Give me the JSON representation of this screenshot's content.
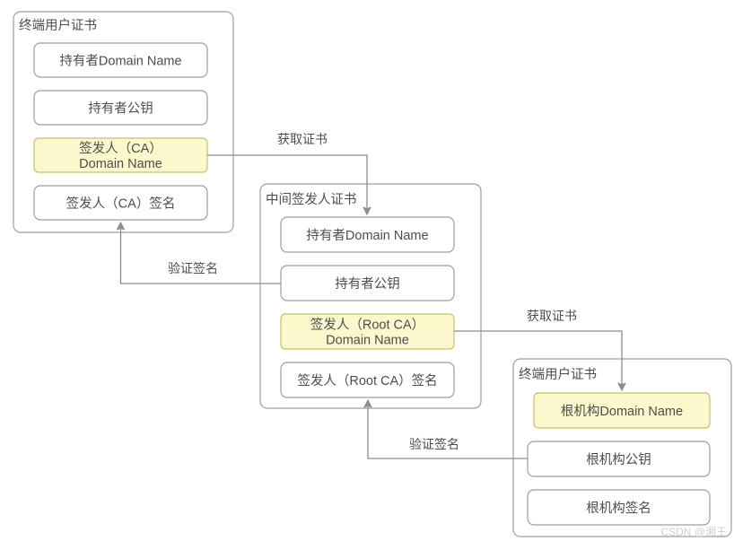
{
  "diagram": {
    "title_semantic": "certificate-chain-of-trust",
    "colors": {
      "highlight_fill": "#fbf8cd",
      "highlight_stroke": "#c8c06a",
      "box_stroke": "#9e9e9e",
      "edge_stroke": "#8c8c8c",
      "text": "#4d4d4d",
      "background": "#ffffff",
      "watermark": "#cfcfcf"
    },
    "containers": [
      {
        "id": "end-entity-certificate",
        "title": "终端用户证书",
        "fields": [
          {
            "id": "subject-domain-name",
            "label": "持有者Domain Name",
            "highlight": false,
            "lines": [
              "持有者Domain Name"
            ]
          },
          {
            "id": "subject-public-key",
            "label": "持有者公钥",
            "highlight": false,
            "lines": [
              "持有者公钥"
            ]
          },
          {
            "id": "issuer-ca-domain-name",
            "label": "签发人（CA）Domain Name",
            "highlight": true,
            "lines": [
              "签发人（CA）",
              "Domain Name"
            ]
          },
          {
            "id": "issuer-ca-signature",
            "label": "签发人（CA）签名",
            "highlight": false,
            "lines": [
              "签发人（CA）签名"
            ]
          }
        ]
      },
      {
        "id": "intermediate-issuer-certificate",
        "title": "中间签发人证书",
        "fields": [
          {
            "id": "subject-domain-name",
            "label": "持有者Domain Name",
            "highlight": false,
            "lines": [
              "持有者Domain Name"
            ]
          },
          {
            "id": "subject-public-key",
            "label": "持有者公钥",
            "highlight": false,
            "lines": [
              "持有者公钥"
            ]
          },
          {
            "id": "issuer-root-ca-domain-name",
            "label": "签发人（Root CA）Domain Name",
            "highlight": true,
            "lines": [
              "签发人（Root CA）",
              "Domain Name"
            ]
          },
          {
            "id": "issuer-root-ca-signature",
            "label": "签发人（Root CA）签名",
            "highlight": false,
            "lines": [
              "签发人（Root CA）签名"
            ]
          }
        ]
      },
      {
        "id": "root-certificate",
        "title": "终端用户证书",
        "fields": [
          {
            "id": "root-domain-name",
            "label": "根机构Domain Name",
            "highlight": true,
            "lines": [
              "根机构Domain Name"
            ]
          },
          {
            "id": "root-public-key",
            "label": "根机构公钥",
            "highlight": false,
            "lines": [
              "根机构公钥"
            ]
          },
          {
            "id": "root-signature",
            "label": "根机构签名",
            "highlight": false,
            "lines": [
              "根机构签名"
            ]
          }
        ]
      }
    ],
    "edges": [
      {
        "id": "fetch-certificate-1",
        "label": "获取证书",
        "from": "end-entity.issuer-ca-domain-name",
        "to": "intermediate.subject-domain-name"
      },
      {
        "id": "verify-signature-1",
        "label": "验证签名",
        "from": "intermediate.subject-public-key",
        "to": "end-entity.issuer-ca-signature"
      },
      {
        "id": "fetch-certificate-2",
        "label": "获取证书",
        "from": "intermediate.issuer-root-ca-domain-name",
        "to": "root.root-domain-name"
      },
      {
        "id": "verify-signature-2",
        "label": "验证签名",
        "from": "root.root-public-key",
        "to": "intermediate.issuer-root-ca-signature"
      }
    ],
    "watermark": "CSDN @湘王"
  }
}
